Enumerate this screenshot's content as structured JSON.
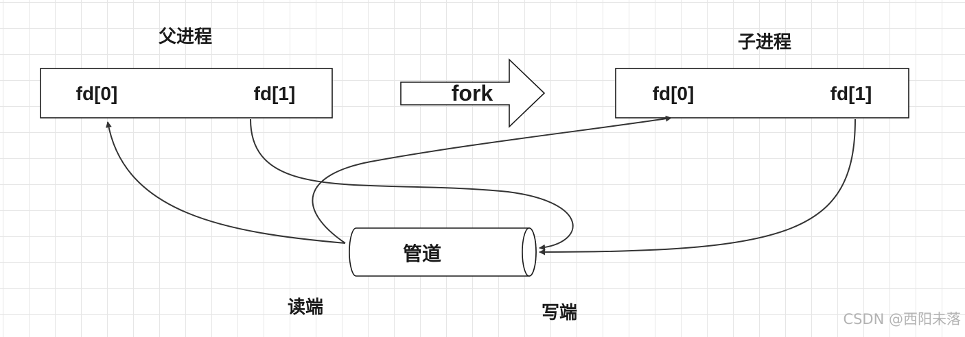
{
  "parent": {
    "title": "父进程",
    "fd_read": "fd[0]",
    "fd_write": "fd[1]"
  },
  "child": {
    "title": "子进程",
    "fd_read": "fd[0]",
    "fd_write": "fd[1]"
  },
  "fork_label": "fork",
  "pipe": {
    "label": "管道",
    "read_end_label": "读端",
    "write_end_label": "写端"
  },
  "watermark": "CSDN @西阳未落",
  "colors": {
    "line": "#333333",
    "text": "#1a1a1a",
    "grid": "#e6e6e6",
    "watermark": "#b3b3b3"
  }
}
